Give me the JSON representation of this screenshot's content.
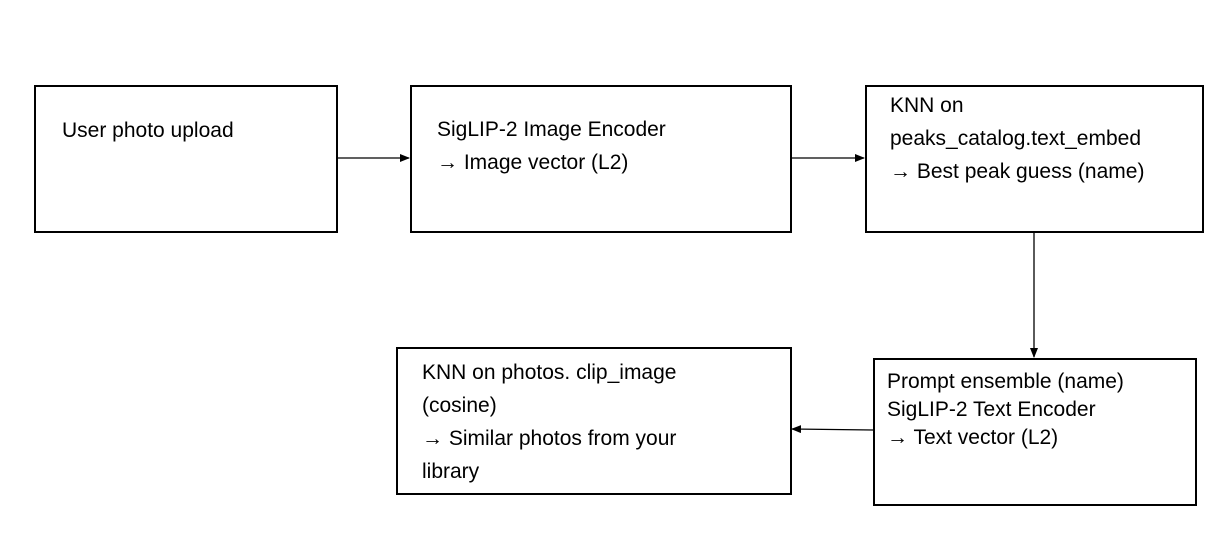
{
  "colors": {
    "stroke": "#000000",
    "background": "#ffffff",
    "text": "#000000"
  },
  "nodes": {
    "upload": {
      "lines": [
        "User photo upload"
      ]
    },
    "image_encoder": {
      "lines": [
        "SigLIP-2 Image Encoder",
        "→ Image vector (L2)"
      ]
    },
    "knn_peaks": {
      "lines": [
        "KNN on",
        "peaks_catalog.text_embed",
        "→ Best peak guess (name)"
      ]
    },
    "text_encoder": {
      "lines": [
        "Prompt ensemble (name)",
        "SigLIP-2 Text Encoder",
        "→ Text vector (L2)"
      ]
    },
    "knn_photos": {
      "lines": [
        "KNN on photos. clip_image",
        "(cosine)",
        "→ Similar photos from your",
        "library"
      ]
    }
  },
  "edges": [
    {
      "from": "upload",
      "to": "image_encoder"
    },
    {
      "from": "image_encoder",
      "to": "knn_peaks"
    },
    {
      "from": "knn_peaks",
      "to": "text_encoder"
    },
    {
      "from": "text_encoder",
      "to": "knn_photos"
    }
  ]
}
